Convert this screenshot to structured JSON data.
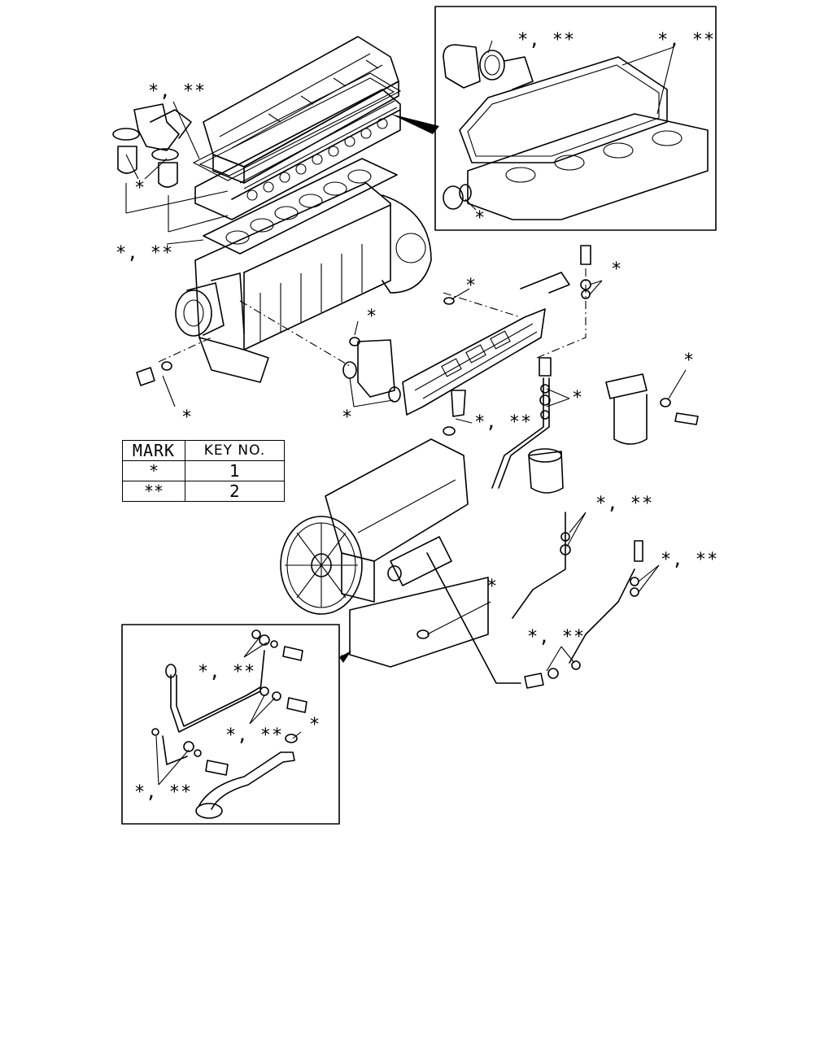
{
  "callouts": {
    "head_gasket_set": "*, **",
    "thermostat": "*",
    "cylinder_head_gasket": "*, **",
    "inset_thermostat_housing": "*, **",
    "inset_manifold_gasket": "*, **",
    "inset_water_pump_seal": "*",
    "rear_cover_seal": "*",
    "cooler_bolt_washers": "*",
    "oil_cooler_oring": "*",
    "oil_cooler_gaskets": "*",
    "front_sensor": "*",
    "fuel_line_washers": "*",
    "filter_bolt_washer": "*",
    "injection_nozzle": "*, **",
    "filter_outlet_washers": "*, **",
    "feed_pipe_washers": "*, **",
    "drain_plug_washer": "*",
    "return_line_washers": "*, **",
    "inset_upper_washers": "*, **",
    "inset_mid_washers": "*, **",
    "inset_oil_tube_seal": "*",
    "inset_lower_washers": "*, **"
  },
  "key_table": {
    "headers": [
      "MARK",
      "KEY NO."
    ],
    "rows": [
      {
        "mark": "*",
        "key": "1"
      },
      {
        "mark": "**",
        "key": "2"
      }
    ]
  }
}
